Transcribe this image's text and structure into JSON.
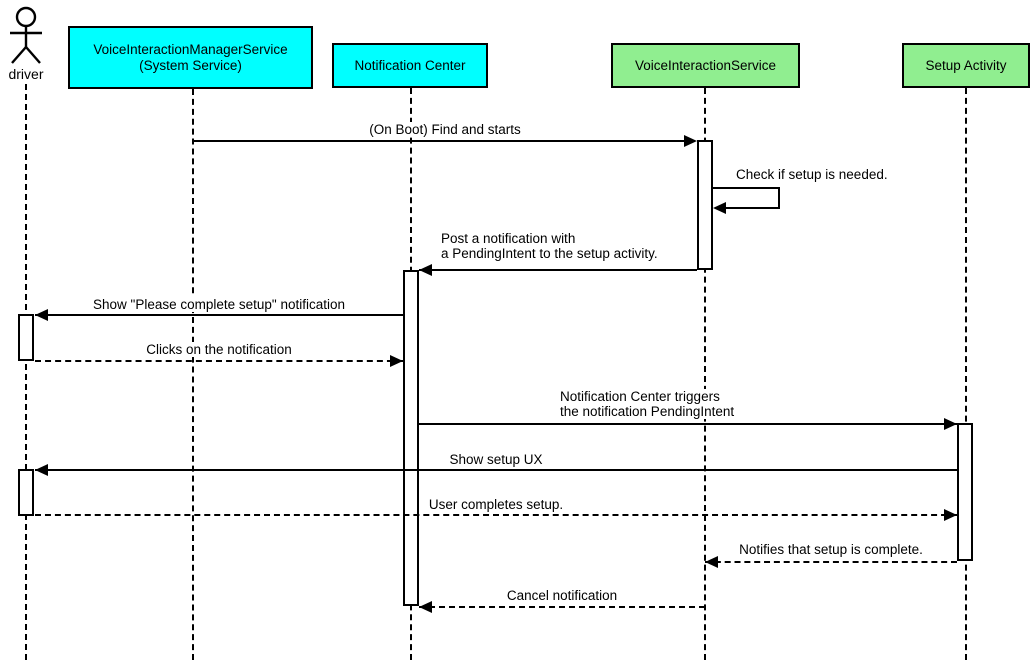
{
  "meta": {
    "type": "uml-sequence-diagram",
    "colors": {
      "system_participant_fill": "#00ffff",
      "service_participant_fill": "#90ee90",
      "line_color": "#000000",
      "background": "#ffffff"
    }
  },
  "participants": {
    "driver": {
      "kind": "actor",
      "label": "driver"
    },
    "vims": {
      "kind": "box",
      "line1": "VoiceInteractionManagerService",
      "line2": "(System Service)",
      "fill": "#00ffff"
    },
    "notification_center": {
      "kind": "box",
      "label": "Notification Center",
      "fill": "#00ffff"
    },
    "vis": {
      "kind": "box",
      "label": "VoiceInteractionService",
      "fill": "#90ee90"
    },
    "setup_activity": {
      "kind": "box",
      "label": "Setup Activity",
      "fill": "#90ee90"
    }
  },
  "messages": {
    "on_boot": {
      "from": "vims",
      "to": "vis",
      "style": "solid",
      "label": "(On Boot) Find and starts"
    },
    "check_setup": {
      "from": "vis",
      "to": "vis",
      "style": "solid",
      "self": true,
      "label": "Check if setup is needed."
    },
    "post_notification": {
      "from": "vis",
      "to": "notification_center",
      "style": "solid",
      "line1": "Post a notification with",
      "line2": "a PendingIntent to the setup activity."
    },
    "show_notification": {
      "from": "notification_center",
      "to": "driver",
      "style": "solid",
      "label": "Show \"Please complete setup\" notification"
    },
    "click_notification": {
      "from": "driver",
      "to": "notification_center",
      "style": "dashed",
      "label": "Clicks on the notification"
    },
    "trigger_pending_intent": {
      "from": "notification_center",
      "to": "setup_activity",
      "style": "solid",
      "line1": "Notification Center triggers",
      "line2": "the notification PendingIntent"
    },
    "show_setup_ux": {
      "from": "setup_activity",
      "to": "driver",
      "style": "solid",
      "label": "Show setup UX"
    },
    "user_completes_setup": {
      "from": "driver",
      "to": "setup_activity",
      "style": "dashed",
      "label": "User completes setup."
    },
    "notify_setup_complete": {
      "from": "setup_activity",
      "to": "vis",
      "style": "dashed",
      "label": "Notifies that setup is complete."
    },
    "cancel_notification": {
      "from": "vis",
      "to": "notification_center",
      "style": "dashed",
      "label": "Cancel notification"
    }
  }
}
